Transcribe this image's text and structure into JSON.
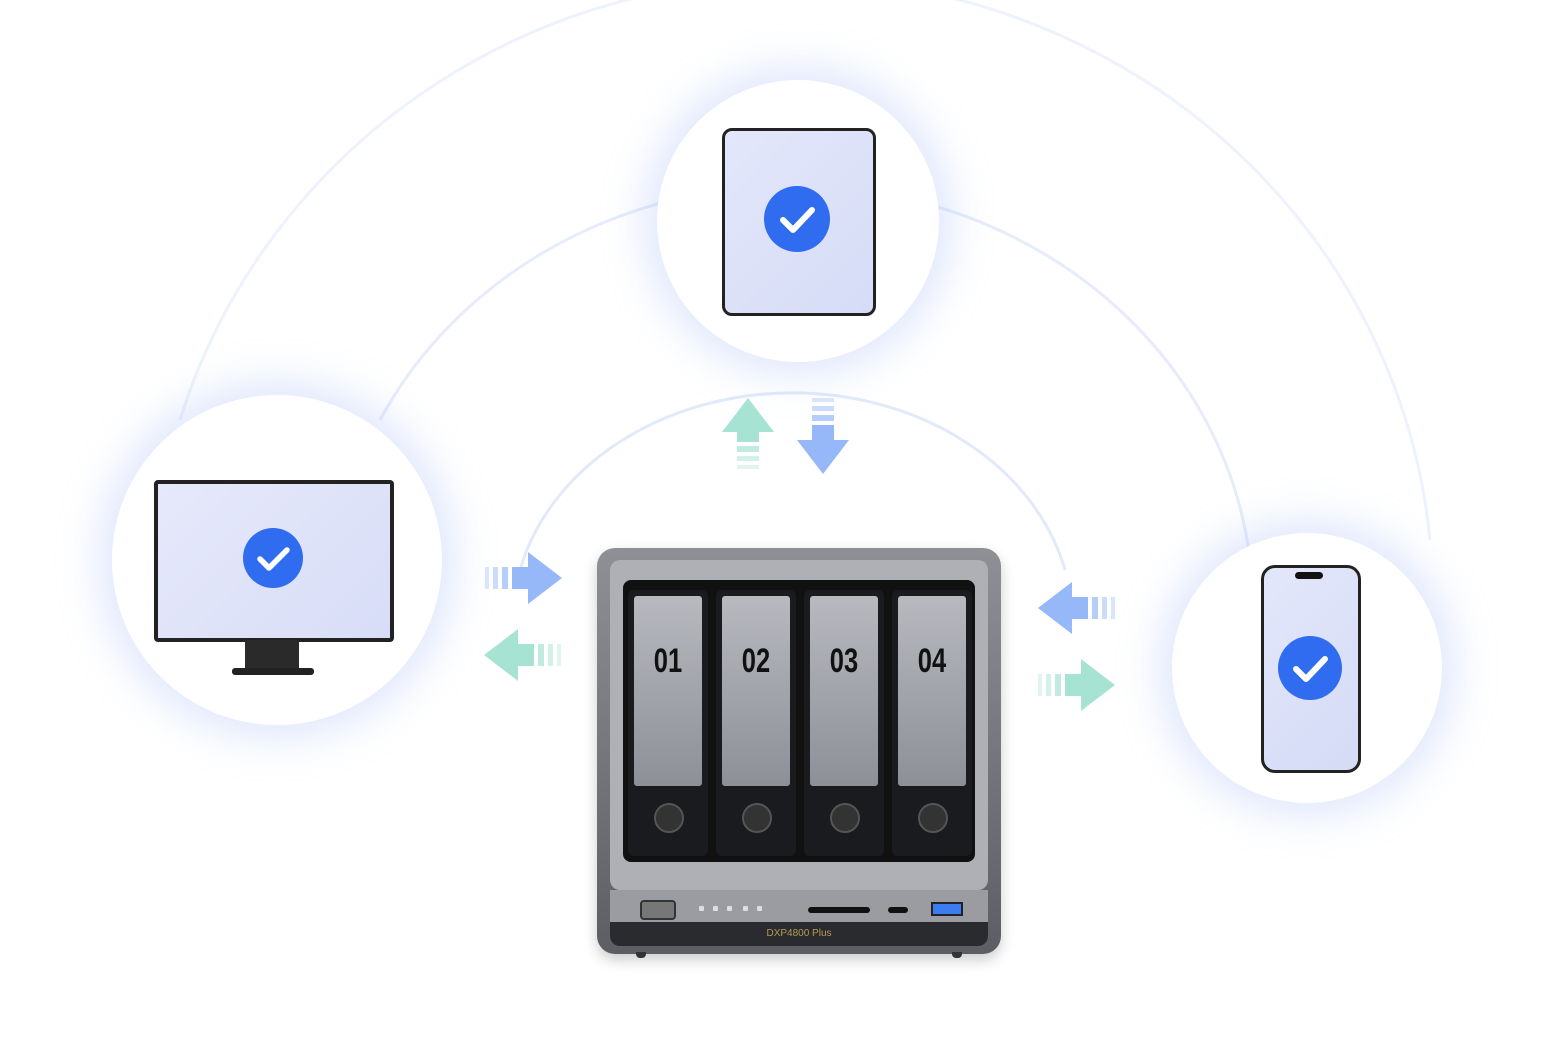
{
  "diagram": {
    "nas": {
      "model_label": "DXP4800 Plus",
      "bays": [
        "01",
        "02",
        "03",
        "04"
      ]
    },
    "devices": [
      {
        "name": "tablet",
        "status_icon": "check-icon"
      },
      {
        "name": "monitor",
        "status_icon": "check-icon"
      },
      {
        "name": "phone",
        "status_icon": "check-icon"
      }
    ],
    "colors": {
      "accent": "#2f6cf0",
      "upload_arrow": "#9fe0cf",
      "download_arrow": "#8fb2f7"
    }
  }
}
